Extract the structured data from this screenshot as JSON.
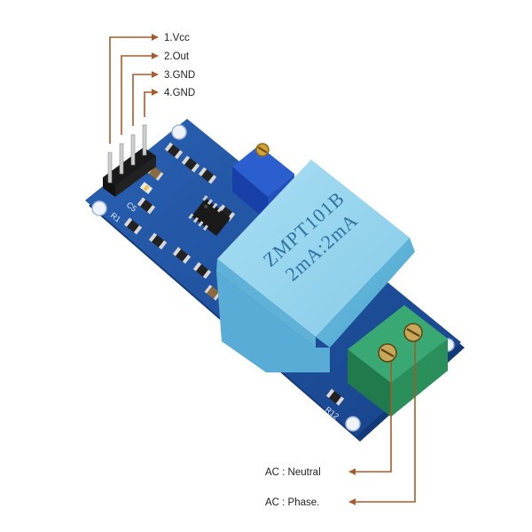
{
  "pin_labels": [
    "1.Vcc",
    "2.Out",
    "3.GND",
    "4.GND"
  ],
  "ac_labels": {
    "neutral": "AC : Neutral",
    "phase": "AC : Phase."
  },
  "transformer": {
    "model": "ZMPT101B",
    "ratio": "2mA:2mA"
  },
  "silkscreen": {
    "r1": "R1",
    "r2": "R12",
    "c5": "C5"
  },
  "colors": {
    "leader": "#a85a2a",
    "board": "#1f4f9e",
    "transformer": "#7cc6e6",
    "terminal": "#2e9c63",
    "potentiometer": "#1f4fc2",
    "header_pins": "#c9c9c9"
  }
}
